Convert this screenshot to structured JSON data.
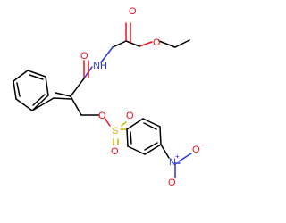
{
  "colors": {
    "carbon": "#000000",
    "oxygen": "#e8121f",
    "nitrogen": "#2a35d8",
    "sulfur": "#c9b400",
    "background": "#ffffff"
  },
  "atoms": {
    "ester_carbonyl_o": "O",
    "ester_o": "O",
    "amide_nh": "NH",
    "amide_o": "O",
    "ether_o": "O",
    "sulfur": "S",
    "sulfonyl_o_top": "O",
    "sulfonyl_o_bottom": "O",
    "nitro_n": "N",
    "nitro_n_charge": "+",
    "nitro_o_left": "O",
    "nitro_o_right": "O",
    "nitro_o_charge": "−"
  }
}
